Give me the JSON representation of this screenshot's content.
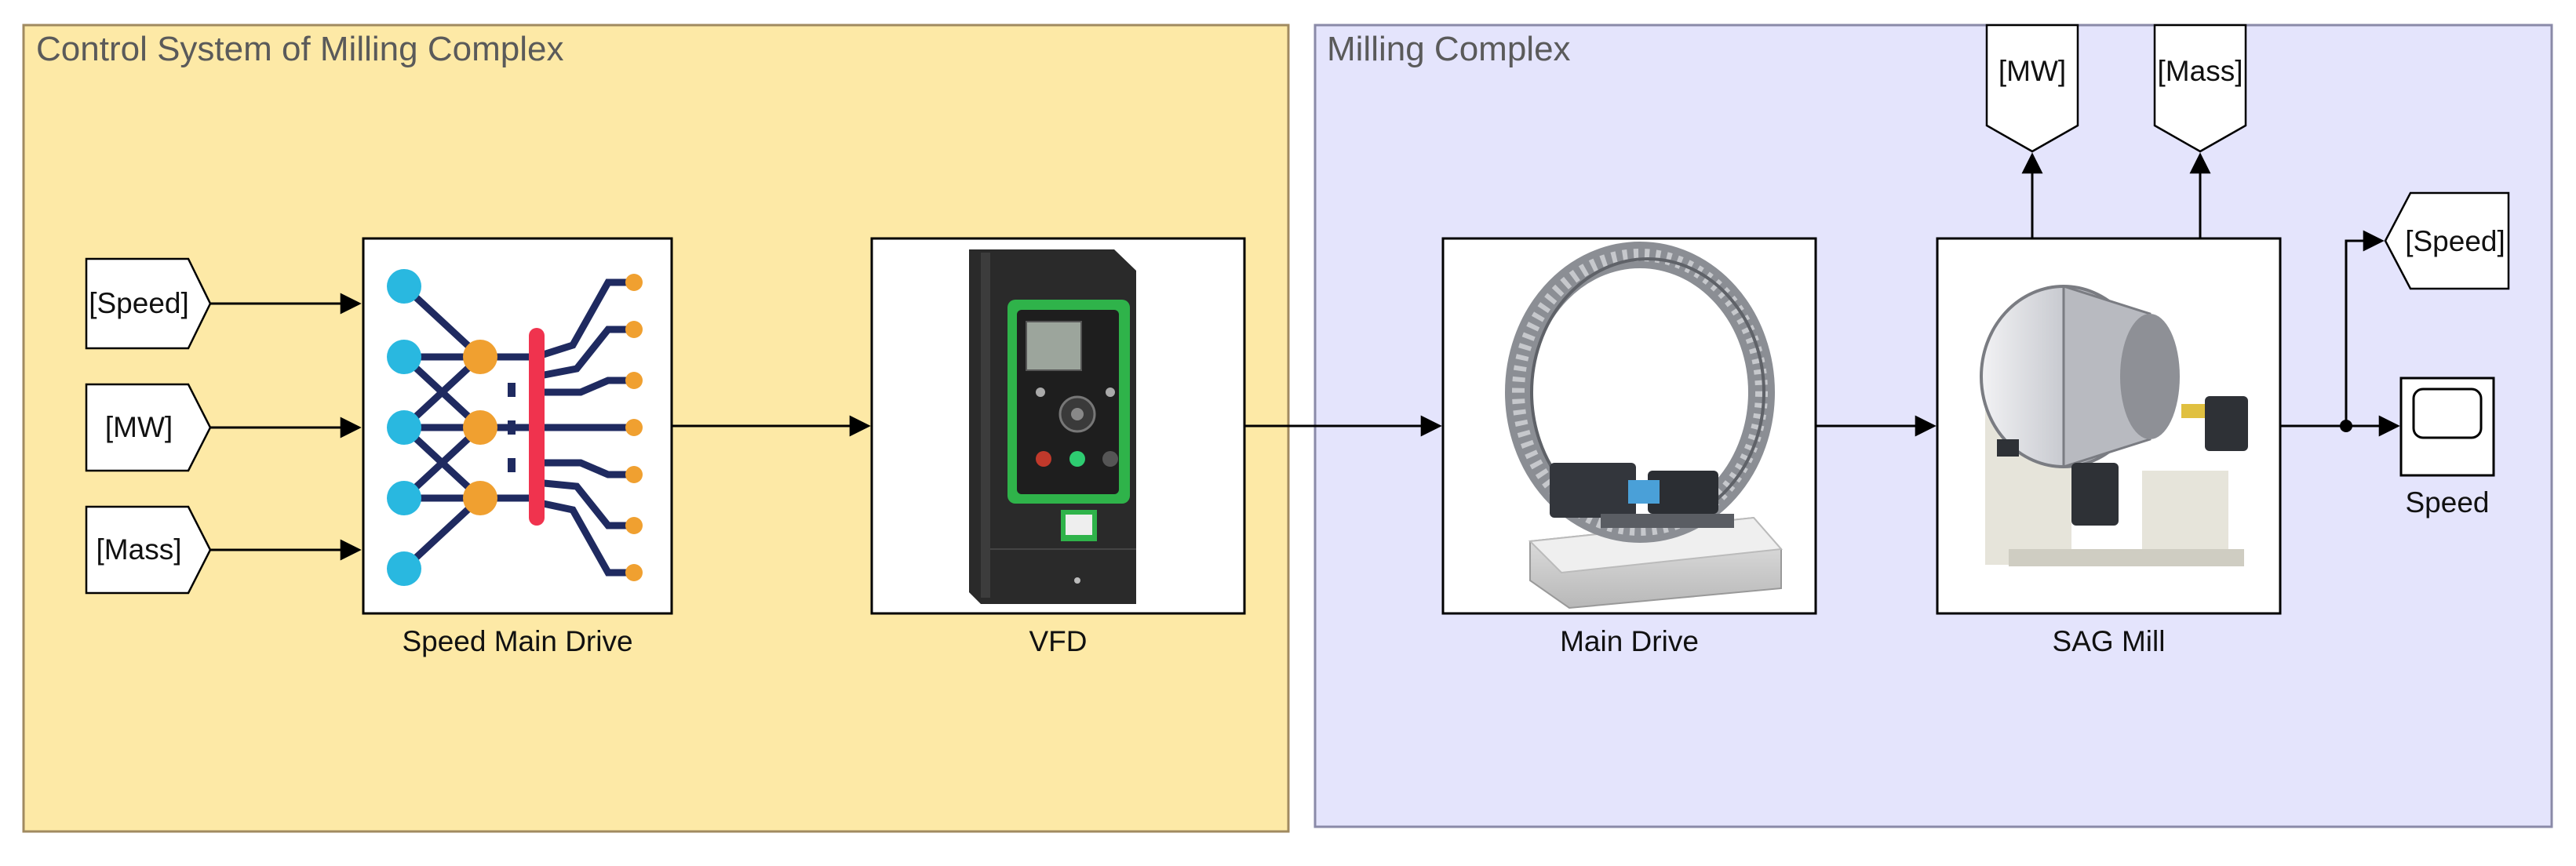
{
  "areas": {
    "control": {
      "title": "Control System of Milling Complex",
      "fill": "#fde9a6",
      "stroke": "#a08a60"
    },
    "milling": {
      "title": "Milling Complex",
      "fill": "#e4e4fc",
      "stroke": "#8a8aa8"
    }
  },
  "blocks": {
    "speed_main_drive": {
      "label": "Speed Main Drive"
    },
    "vfd": {
      "label": "VFD"
    },
    "main_drive": {
      "label": "Main Drive"
    },
    "sag_mill": {
      "label": "SAG Mill"
    },
    "scope": {
      "label": "Speed"
    }
  },
  "from_tags": {
    "speed": "[Speed]",
    "mw": "[MW]",
    "mass": "[Mass]"
  },
  "goto_tags": {
    "mw": "[MW]",
    "mass": "[Mass]",
    "speed": "[Speed]"
  },
  "colors": {
    "nn_input": "#29b8e0",
    "nn_hidden": "#f0a030",
    "nn_bar": "#f0334e",
    "nn_lines": "#1f2a60",
    "vfd_green": "#2fb34a",
    "vfd_body": "#2a2a2a"
  }
}
